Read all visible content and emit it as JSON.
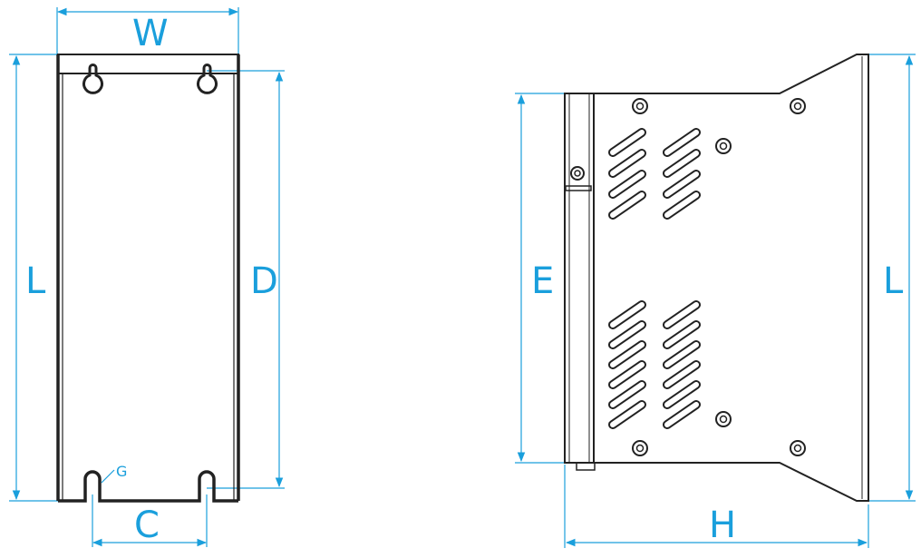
{
  "colors": {
    "dimension": "#1a9fdc",
    "outline": "#222222",
    "background": "#ffffff"
  },
  "front_view": {
    "width_label": "W",
    "length_label": "L",
    "mount_distance_label": "D",
    "slot_spacing_label": "C",
    "slot_label": "G"
  },
  "side_view": {
    "mount_height_label": "E",
    "length_label": "L",
    "depth_label": "H"
  }
}
